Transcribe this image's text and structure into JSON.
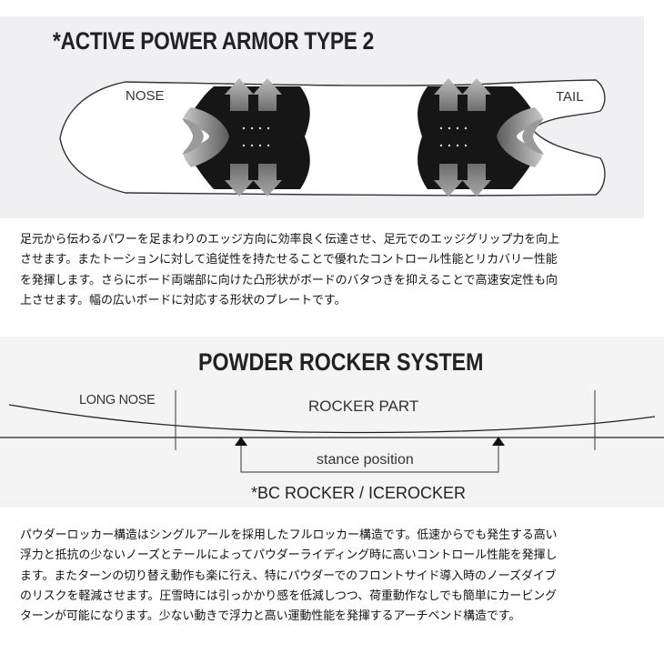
{
  "armor": {
    "title": "*ACTIVE POWER ARMOR TYPE 2",
    "nose_label": "NOSE",
    "tail_label": "TAIL",
    "description_lines": [
      "足元から伝わるパワーを足まわりのエッジ方向に効率良く伝達させ、足元でのエッジグリップ力を向上",
      "させます。またトーションに対して追従性を持たせることで優れたコントロール性能とリカバリー性能",
      "を発揮します。さらにボード両端部に向けた凸形状がボードのバタつきを抑えることで高速安定性も向",
      "上させます。幅の広いボードに対応する形状のプレートです。"
    ]
  },
  "rocker": {
    "title": "POWDER ROCKER SYSTEM",
    "long_nose_label": "LONG NOSE",
    "rocker_part_label": "ROCKER PART",
    "stance_label": "stance position",
    "model_label": "*BC ROCKER / ICEROCKER",
    "description_lines": [
      "パウダーロッカー構造はシングルアールを採用したフルロッカー構造です。低速からでも発生する高い",
      "浮力と抵抗の少ないノーズとテールによってパウダーライディング時に高いコントロール性能を発揮し",
      "ます。またターンの切り替え動作も楽に行え、特にパウダーでのフロントサイド導入時のノーズダイブ",
      "のリスクを軽減させます。圧雪時には引っかかり感を低減しつつ、荷重動作なしでも簡単にカービング",
      "ターンが可能になります。少ない動きで浮力と高い運動性能を発揮するアーチベンド構造です。"
    ]
  }
}
